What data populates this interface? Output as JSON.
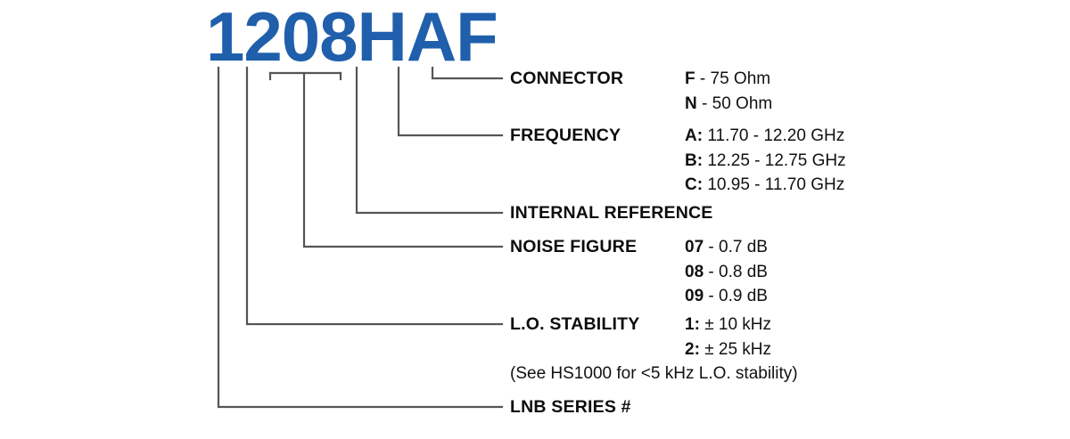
{
  "diagram": {
    "part_number": "1208HAF",
    "part_number_color": "#1f5fab",
    "line_color": "#555555",
    "rows": [
      {
        "key": "connector",
        "label": "CONNECTOR",
        "values": [
          {
            "code": "F",
            "sep": " - ",
            "text": "75 Ohm"
          },
          {
            "code": "N",
            "sep": " - ",
            "text": "50 Ohm"
          }
        ]
      },
      {
        "key": "frequency",
        "label": "FREQUENCY",
        "values": [
          {
            "code": "A:",
            "sep": " ",
            "text": "11.70 - 12.20 GHz"
          },
          {
            "code": "B:",
            "sep": " ",
            "text": "12.25 - 12.75 GHz"
          },
          {
            "code": "C:",
            "sep": " ",
            "text": "10.95 - 11.70 GHz"
          }
        ]
      },
      {
        "key": "internal-reference",
        "label": "INTERNAL REFERENCE",
        "values": []
      },
      {
        "key": "noise-figure",
        "label": "NOISE FIGURE",
        "values": [
          {
            "code": "07",
            "sep": " - ",
            "text": "0.7 dB"
          },
          {
            "code": "08",
            "sep": " - ",
            "text": "0.8 dB"
          },
          {
            "code": "09",
            "sep": " - ",
            "text": "0.9 dB"
          }
        ]
      },
      {
        "key": "lo-stability",
        "label": "L.O. STABILITY",
        "values": [
          {
            "code": "1:",
            "sep": " ",
            "text": "± 10 kHz"
          },
          {
            "code": "2:",
            "sep": " ",
            "text": "± 25 kHz"
          }
        ],
        "note": "(See HS1000 for <5 kHz L.O. stability)"
      },
      {
        "key": "lnb-series",
        "label": "LNB SERIES #",
        "values": []
      }
    ]
  }
}
